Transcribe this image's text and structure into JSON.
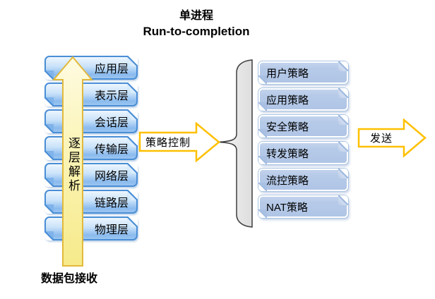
{
  "title": {
    "line1": "单进程",
    "line2": "Run-to-completion"
  },
  "osi_stack": {
    "layers": [
      "应用层",
      "表示层",
      "会话层",
      "传输层",
      "网络层",
      "链路层",
      "物理层"
    ]
  },
  "ingress": {
    "arrow_label": "逐层解析",
    "bottom_label": "数据包接收"
  },
  "policy_control": {
    "arrow_label": "策略控制"
  },
  "policy_stack": {
    "policies": [
      "用户策略",
      "应用策略",
      "安全策略",
      "转发策略",
      "流控策略",
      "NAT策略"
    ]
  },
  "egress": {
    "arrow_label": "发送"
  },
  "colors": {
    "text": "#000000",
    "layer_box_border": "#4a8ed6",
    "layer_box_fill_top": "#edf6fe",
    "layer_box_fill_bottom": "#8abaee",
    "up_arrow_fill": "#faf3ae",
    "up_arrow_border": "#e2b93c",
    "hollow_arrow_border": "#ffc000",
    "policy_box_fill": "#b6cae8",
    "brace_fill": "#e9e9e9"
  }
}
